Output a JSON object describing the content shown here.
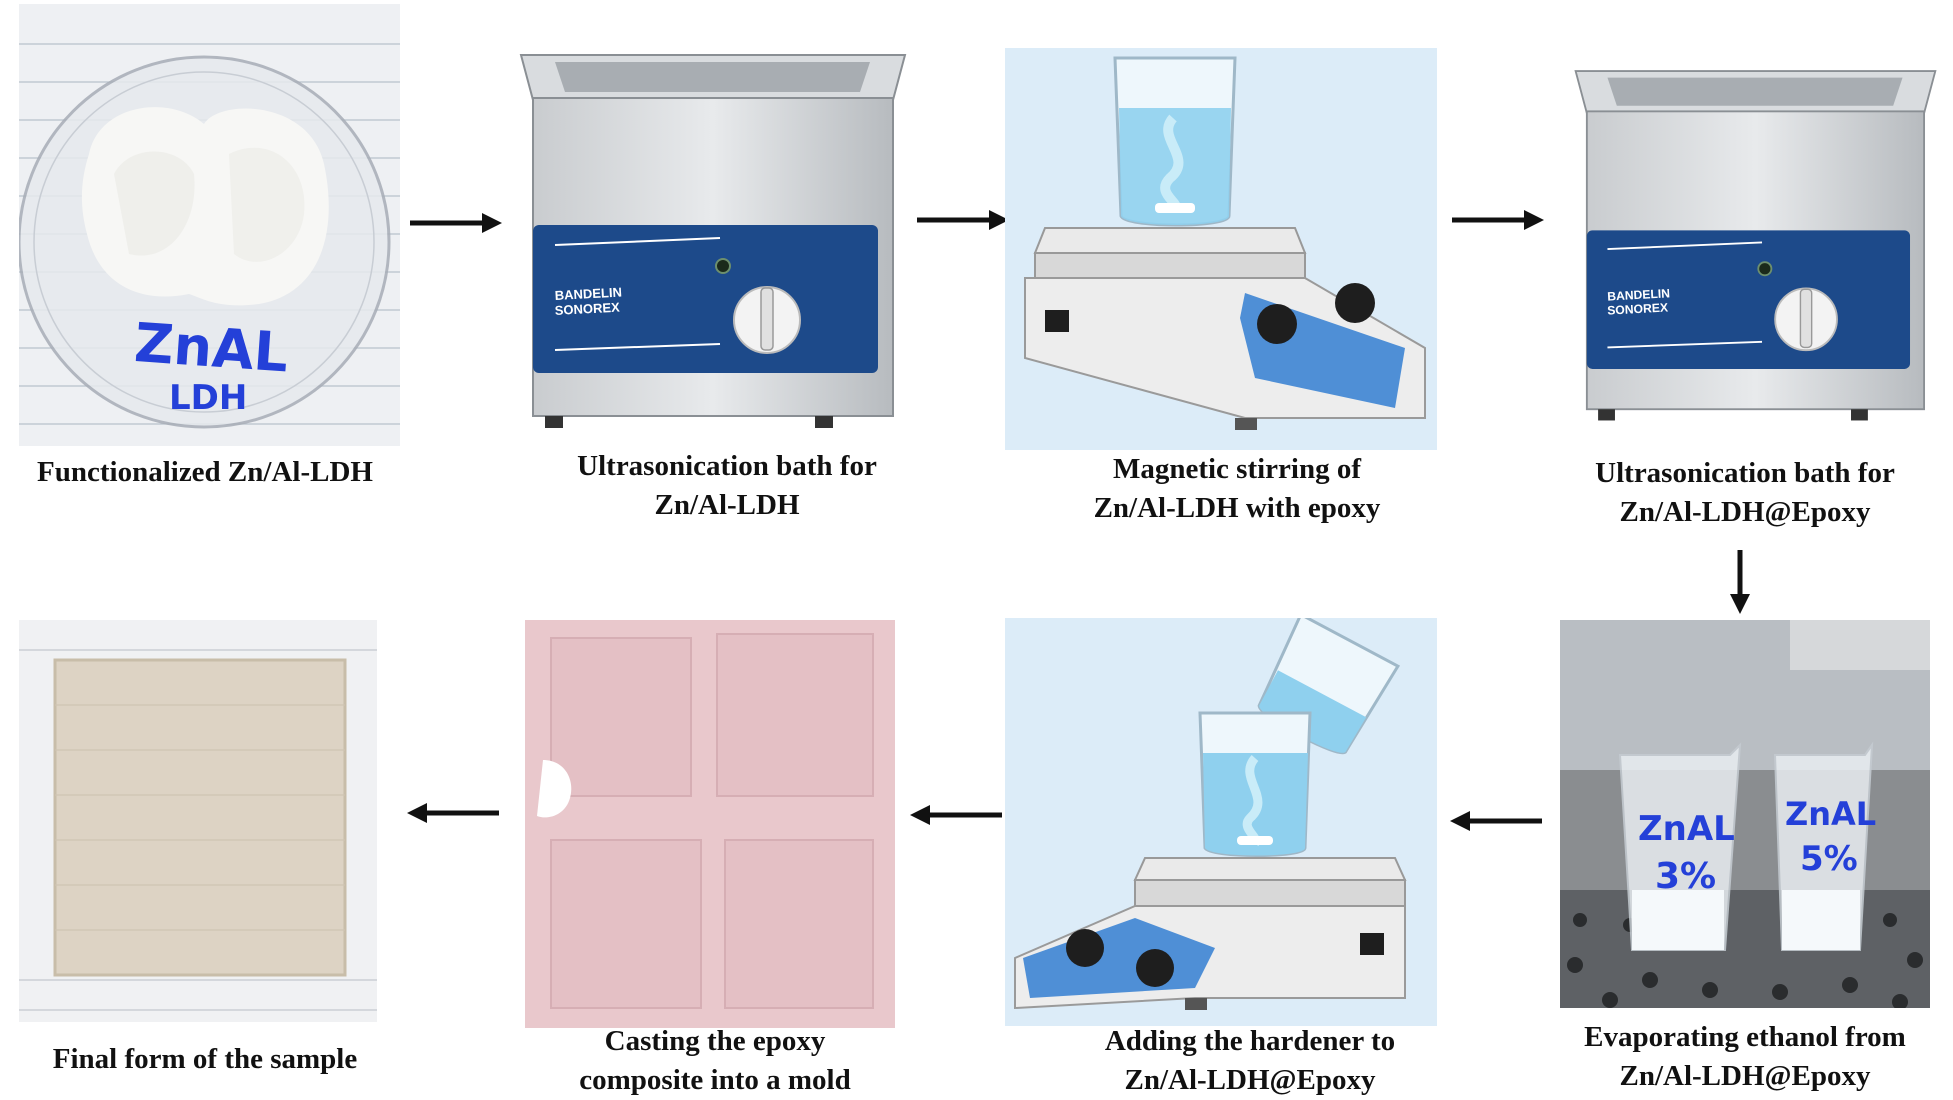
{
  "steps": [
    {
      "id": 1,
      "caption_lines": [
        "Functionalized Zn/Al-LDH"
      ]
    },
    {
      "id": 2,
      "caption_lines": [
        "Ultrasonication bath for",
        "Zn/Al-LDH"
      ]
    },
    {
      "id": 3,
      "caption_lines": [
        "Magnetic stirring of",
        "Zn/Al-LDH with epoxy"
      ]
    },
    {
      "id": 4,
      "caption_lines": [
        "Ultrasonication bath for",
        "Zn/Al-LDH@Epoxy"
      ]
    },
    {
      "id": 5,
      "caption_lines": [
        "Evaporating ethanol from",
        "Zn/Al-LDH@Epoxy"
      ]
    },
    {
      "id": 6,
      "caption_lines": [
        "Adding the hardener to",
        "Zn/Al-LDH@Epoxy"
      ]
    },
    {
      "id": 7,
      "caption_lines": [
        "Casting the epoxy",
        "composite into a mold"
      ]
    },
    {
      "id": 8,
      "caption_lines": [
        "Final form of the sample"
      ]
    }
  ],
  "image_labels": {
    "petri_label_line1": "ZnAL",
    "petri_label_line2": "LDH",
    "bath_brand_line1": "BANDELIN",
    "bath_brand_line2": "SONOREX",
    "beaker_left_line1": "ZnAL",
    "beaker_left_line2": "3%",
    "beaker_right_line1": "ZnAL",
    "beaker_right_line2": "5%"
  },
  "colors": {
    "arrow": "#111111",
    "bath_panel": "#1d4a8a",
    "stirrer_panel": "#4f8fd6",
    "liquid": "#8fd0ee",
    "mold_pink": "#e9c8cc",
    "sample_beige": "#ddd3c4",
    "marker_blue": "#2440d8"
  }
}
